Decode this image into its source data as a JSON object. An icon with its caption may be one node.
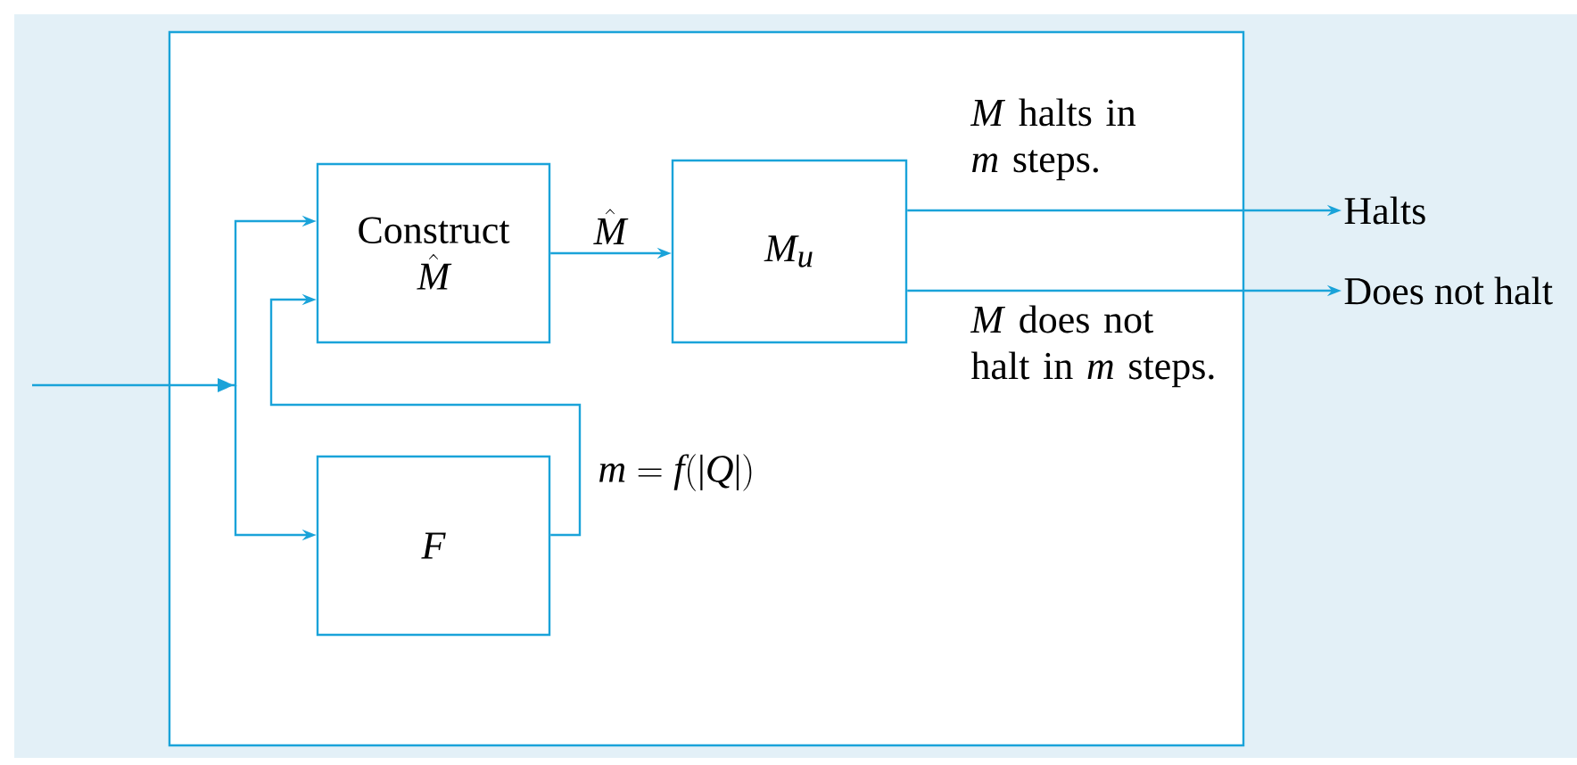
{
  "diagram": {
    "nodes": [
      {
        "text": [],
        "shape": "box"
      },
      {
        "text": [
          "Construct",
          "\\hat{M}"
        ],
        "in": 0
      },
      {
        "text": [
          "M_u"
        ],
        "in": 0
      },
      {
        "text": [
          "F"
        ],
        "in": 0
      },
      {
        "text": [
          "Halts"
        ]
      },
      {
        "text": [
          "Does not halt"
        ]
      }
    ],
    "edges": [
      {
        "from": null,
        "to": 1,
        "arrow": "to"
      },
      {
        "from": null,
        "to": 3,
        "arrow": "to"
      },
      {
        "from": 1,
        "to": 2,
        "arrow": "to",
        "label": "\\hat{M}"
      },
      {
        "from": 2,
        "to": 4,
        "arrow": "to",
        "label": "*M* halts in *m* steps."
      },
      {
        "from": 2,
        "to": 5,
        "arrow": "to",
        "label": "*M* does not halt in *m* steps."
      },
      {
        "from": 3,
        "to": 1,
        "arrow": "to",
        "label": "m = f(|Q|)"
      }
    ]
  }
}
